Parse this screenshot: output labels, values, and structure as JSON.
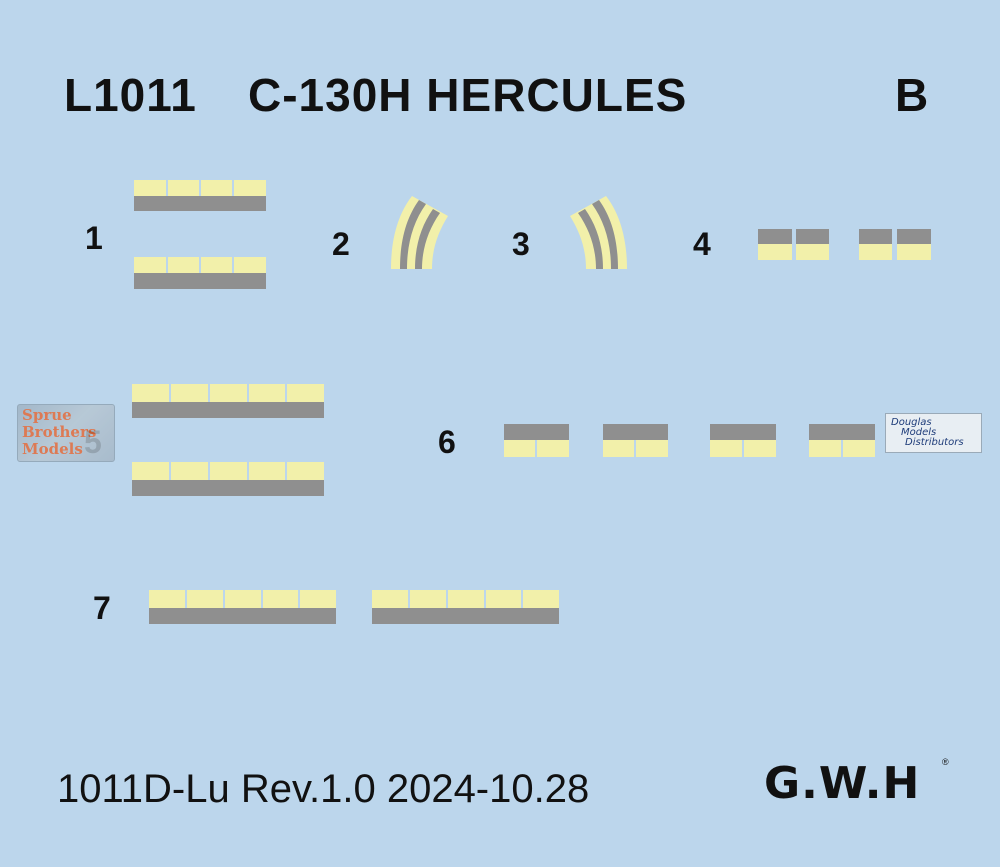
{
  "header": {
    "kit_code": "L1011",
    "aircraft": "C-130H HERCULES",
    "sheet_letter": "B"
  },
  "decals": [
    {
      "number": "1"
    },
    {
      "number": "2"
    },
    {
      "number": "3"
    },
    {
      "number": "4"
    },
    {
      "number": "5"
    },
    {
      "number": "6"
    },
    {
      "number": "7"
    }
  ],
  "colors": {
    "background": "#bcd6ec",
    "stripe_yellow": "#f2f0aa",
    "stripe_gray": "#8f8f8f"
  },
  "footer": {
    "revision": "1011D-Lu Rev.1.0 2024-10.28",
    "brand_logo": "G.W.H",
    "registered_mark": "®"
  },
  "watermarks": {
    "left_lines": [
      "Sprue",
      "Brothers",
      "Models"
    ],
    "right_lines": [
      "Douglas",
      "Models",
      "Distributors"
    ]
  }
}
